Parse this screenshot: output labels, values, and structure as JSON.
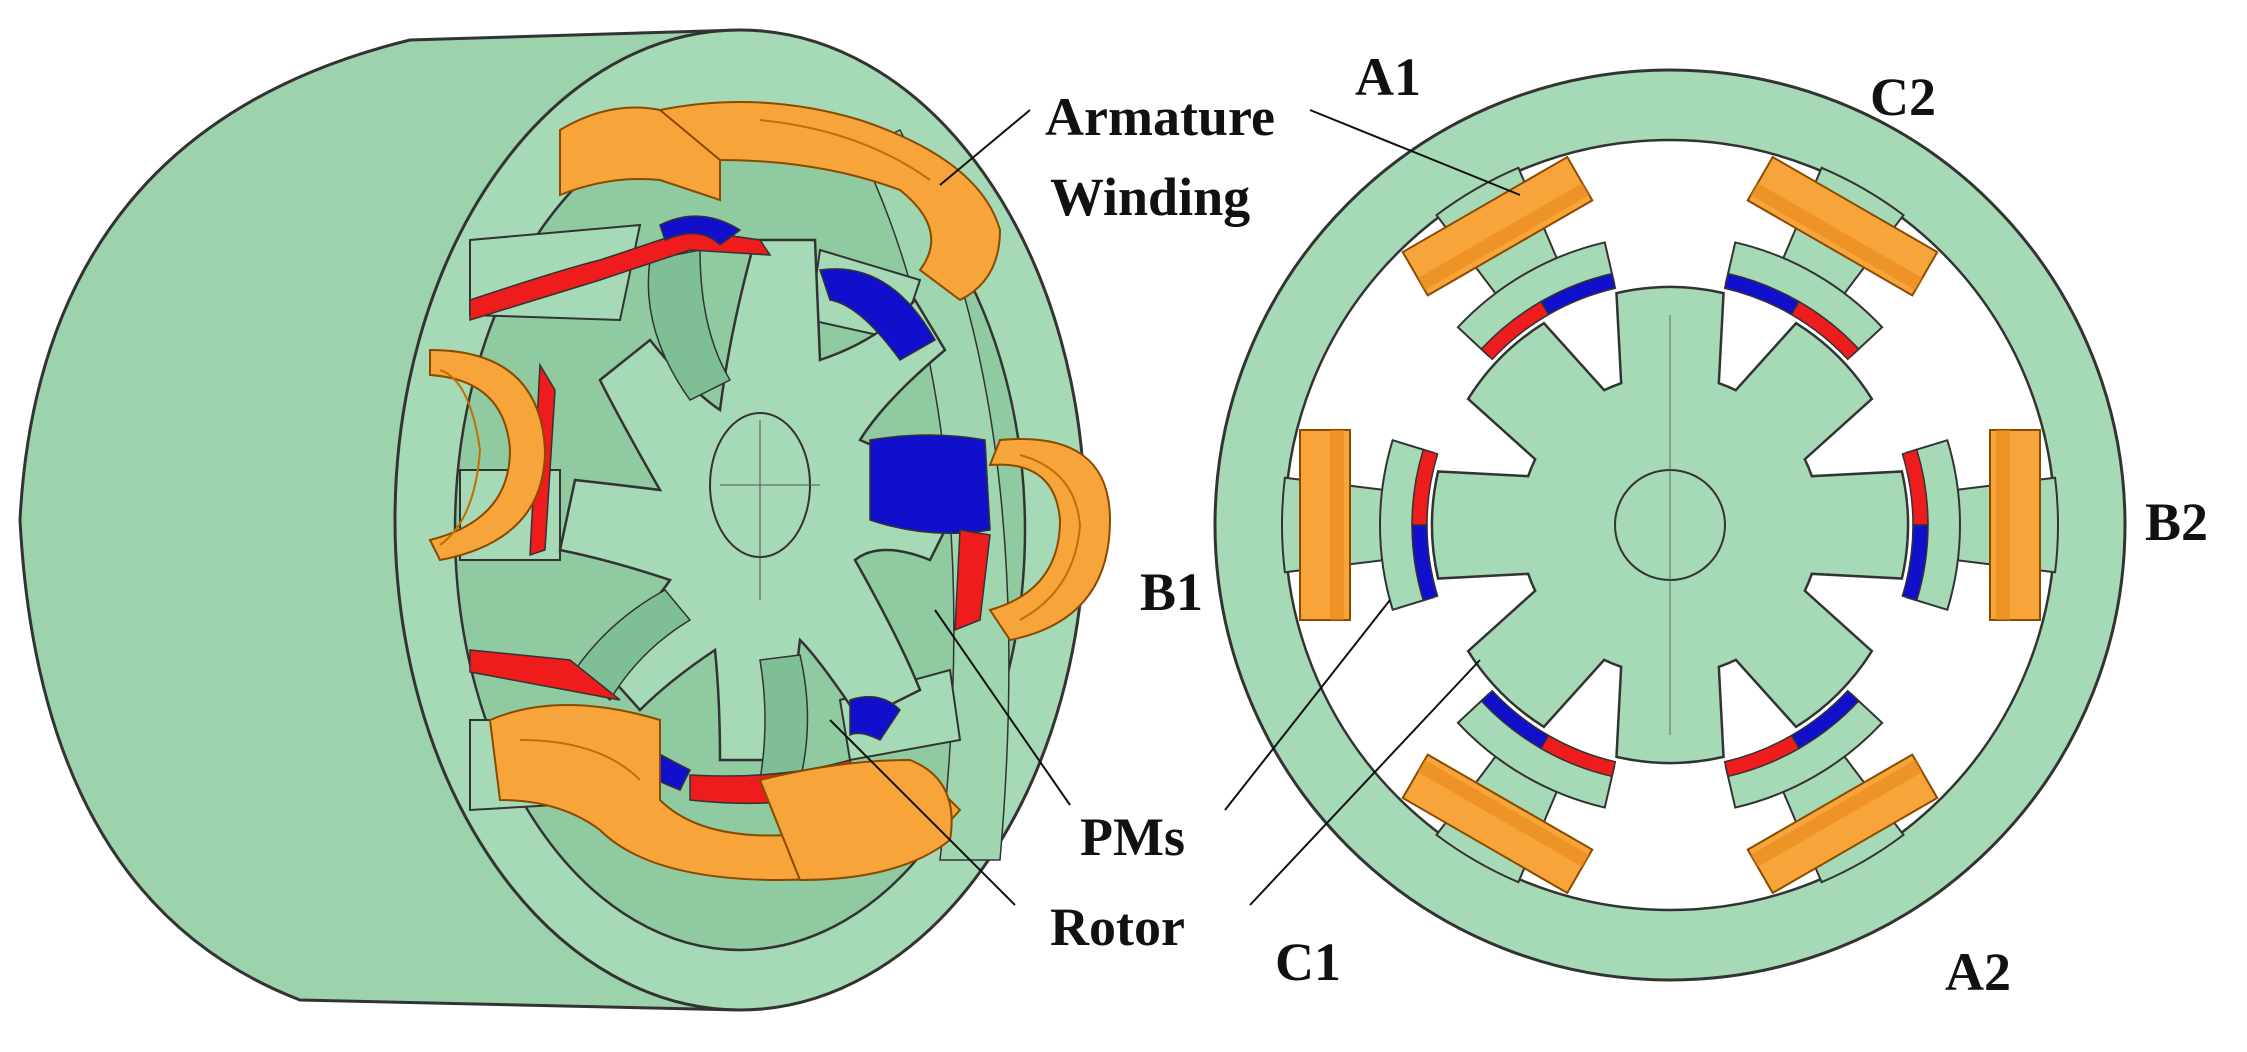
{
  "labels": {
    "armature": "Armature",
    "winding": "Winding",
    "a1": "A1",
    "c2": "C2",
    "b1": "B1",
    "b2": "B2",
    "pms": "PMs",
    "rotor": "Rotor",
    "c1": "C1",
    "a2": "A2"
  },
  "colors": {
    "steel": "#a6d9b5",
    "steel_dark": "#7fbf95",
    "steel_shade": "#8fcaa1",
    "outline": "#333333",
    "coil": "#f7a53a",
    "coil_dark": "#e8891a",
    "pm_red": "#ee1c1c",
    "pm_blue": "#1010cc",
    "background": "#ffffff"
  }
}
